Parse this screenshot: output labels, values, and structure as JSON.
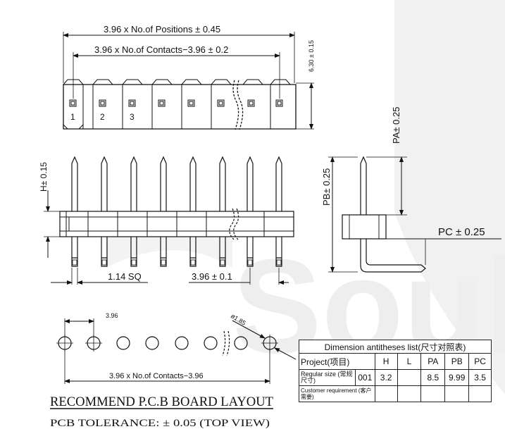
{
  "top_view": {
    "dim_positions": "3.96 x No.of Positions ± 0.45",
    "dim_contacts": "3.96 x No.of Contacts−3.96 ± 0.2",
    "dim_height": "6.30 ± 0.15",
    "pin_numbers": [
      "1",
      "2",
      "3"
    ]
  },
  "front_view": {
    "dim_h": "H± 0.15",
    "dim_sq": "1.14 SQ",
    "dim_pitch": "3.96 ± 0.1"
  },
  "side_view": {
    "dim_pa": "PA± 0.25",
    "dim_pb": "PB± 0.25",
    "dim_pc": "PC ± 0.25"
  },
  "pcb_layout": {
    "dim_pitch": "3.96",
    "dim_hole": "ø1.85",
    "dim_span": "3.96 x No.of Contacts−3.96",
    "title": "RECOMMEND P.C.B BOARD LAYOUT",
    "tolerance": "PCB TOLERANCE: ± 0.05    (TOP VIEW)"
  },
  "table": {
    "title": "Dimension antitheses list(尺寸对照表)",
    "headers": [
      "Project(项目)",
      "H",
      "L",
      "PA",
      "PB",
      "PC"
    ],
    "row_regular_label": "Regular size (常规尺寸)",
    "row_regular_code": "001",
    "row_regular_values": [
      "3.2",
      "",
      "8.5",
      "9.99",
      "3.5"
    ],
    "row_custom_label": "Customer requirement (客户需要)"
  }
}
